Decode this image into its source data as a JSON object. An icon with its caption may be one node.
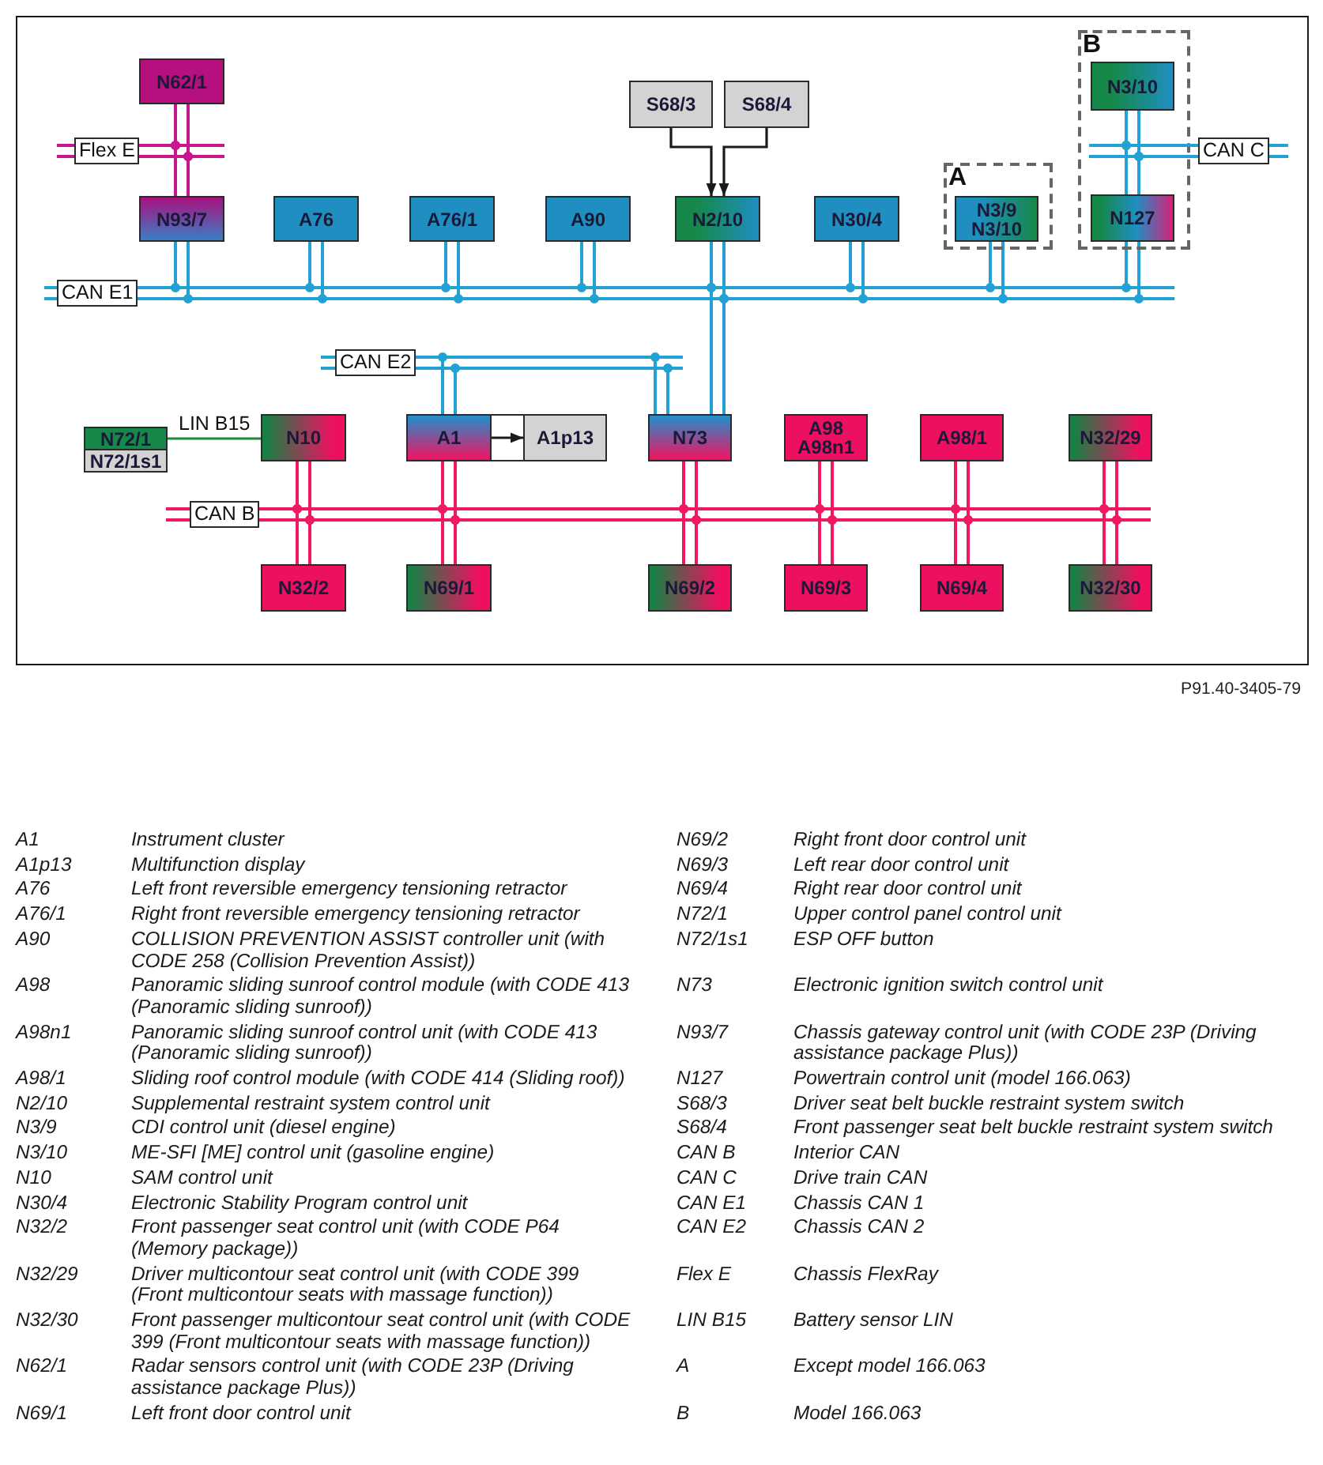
{
  "diagram": {
    "caption": "P91.40-3405-79",
    "nodes": [
      {
        "text": [
          "N62/1"
        ]
      },
      {
        "text": [
          "S68/3"
        ]
      },
      {
        "text": [
          "S68/4"
        ]
      },
      {
        "text": [
          "B"
        ]
      },
      {
        "text": [
          "N3/10"
        ],
        "in": 3
      },
      {
        "text": [
          "Flex E"
        ]
      },
      {
        "text": [
          "CAN C"
        ]
      },
      {
        "text": [
          "A"
        ]
      },
      {
        "text": [
          "N3/9 N3/10"
        ],
        "in": 7
      },
      {
        "text": [
          "N93/7"
        ]
      },
      {
        "text": [
          "A76"
        ]
      },
      {
        "text": [
          "A76/1"
        ]
      },
      {
        "text": [
          "A90"
        ]
      },
      {
        "text": [
          "N2/10"
        ]
      },
      {
        "text": [
          "N30/4"
        ]
      },
      {
        "text": [
          "N127"
        ],
        "in": 3
      },
      {
        "text": [
          "CAN E1"
        ]
      },
      {
        "text": [
          "CAN E2"
        ]
      },
      {
        "text": [
          "N72/1"
        ]
      },
      {
        "text": [
          "N72/1s1"
        ]
      },
      {
        "text": [
          "N10"
        ]
      },
      {
        "text": [],
        "shape": "box"
      },
      {
        "text": [
          "A1"
        ],
        "in": 21
      },
      {
        "text": [
          "A1p13"
        ],
        "in": 21
      },
      {
        "text": [
          "N73"
        ]
      },
      {
        "text": [
          "A98 A98n1"
        ]
      },
      {
        "text": [
          "A98/1"
        ]
      },
      {
        "text": [
          "N32/29"
        ]
      },
      {
        "text": [
          "CAN B"
        ]
      },
      {
        "text": [
          "N32/2"
        ]
      },
      {
        "text": [
          "N69/1"
        ]
      },
      {
        "text": [
          "N69/2"
        ]
      },
      {
        "text": [
          "N69/3"
        ]
      },
      {
        "text": [
          "N69/4"
        ]
      },
      {
        "text": [
          "N32/30"
        ]
      }
    ],
    "edges": [
      {
        "from": 0,
        "to": 5,
        "arrow": "none",
        "color": "#c8168c"
      },
      {
        "from": 9,
        "to": 5,
        "arrow": "none",
        "color": "#c8168c"
      },
      {
        "from": 1,
        "to": 13,
        "arrow": "to",
        "color": "#1a1a1a"
      },
      {
        "from": 2,
        "to": 13,
        "arrow": "to",
        "color": "#1a1a1a"
      },
      {
        "from": 4,
        "to": 6,
        "arrow": "none"
      },
      {
        "from": 15,
        "to": 6,
        "arrow": "none"
      },
      {
        "from": 9,
        "to": 16,
        "arrow": "none"
      },
      {
        "from": 10,
        "to": 16,
        "arrow": "none"
      },
      {
        "from": 11,
        "to": 16,
        "arrow": "none"
      },
      {
        "from": 12,
        "to": 16,
        "arrow": "none"
      },
      {
        "from": 13,
        "to": 16,
        "arrow": "none"
      },
      {
        "from": 14,
        "to": 16,
        "arrow": "none"
      },
      {
        "from": 8,
        "to": 16,
        "arrow": "none"
      },
      {
        "from": 15,
        "to": 16,
        "arrow": "none"
      },
      {
        "from": 24,
        "to": 16,
        "arrow": "none"
      },
      {
        "from": 22,
        "to": 17,
        "arrow": "none"
      },
      {
        "from": 24,
        "to": 17,
        "arrow": "none"
      },
      {
        "from": 18,
        "to": 20,
        "arrow": "none",
        "label": "LIN B15",
        "color": "#1a8a3a"
      },
      {
        "from": 22,
        "to": 23,
        "arrow": "to",
        "color": "#1a1a1a"
      },
      {
        "from": 20,
        "to": 28,
        "arrow": "none",
        "color": "#f0185e"
      },
      {
        "from": 22,
        "to": 28,
        "arrow": "none",
        "color": "#f0185e"
      },
      {
        "from": 24,
        "to": 28,
        "arrow": "none",
        "color": "#f0185e"
      },
      {
        "from": 25,
        "to": 28,
        "arrow": "none",
        "color": "#f0185e"
      },
      {
        "from": 26,
        "to": 28,
        "arrow": "none",
        "color": "#f0185e"
      },
      {
        "from": 27,
        "to": 28,
        "arrow": "none",
        "color": "#f0185e"
      },
      {
        "from": 29,
        "to": 28,
        "arrow": "none",
        "color": "#f0185e"
      },
      {
        "from": 30,
        "to": 28,
        "arrow": "none",
        "color": "#f0185e"
      },
      {
        "from": 31,
        "to": 28,
        "arrow": "none",
        "color": "#f0185e"
      },
      {
        "from": 32,
        "to": 28,
        "arrow": "none",
        "color": "#f0185e"
      },
      {
        "from": 33,
        "to": 28,
        "arrow": "none",
        "color": "#f0185e"
      },
      {
        "from": 34,
        "to": 28,
        "arrow": "none",
        "color": "#f0185e"
      }
    ],
    "labels": [
      "A1",
      "Instrument cluster",
      "N69/2",
      "Right front door control unit",
      "A1p13",
      "Multifunction display",
      "N69/3",
      "Left rear door control unit",
      "A76",
      "Left front reversible emergency tensioning retractor",
      "N69/4",
      "Right rear door control unit",
      "A76/1",
      "Right front reversible emergency tensioning retractor",
      "N72/1",
      "Upper control panel control unit",
      "A90",
      "COLLISION PREVENTION ASSIST controller unit (with CODE 258 (Collision Prevention Assist))",
      "N72/1s1",
      "ESP OFF button",
      "A98",
      "Panoramic sliding sunroof control module (with CODE 413 (Panoramic sliding sunroof))",
      "N73",
      "Electronic ignition switch control unit",
      "A98n1",
      "Panoramic sliding sunroof control unit (with CODE 413 (Panoramic sliding sunroof))",
      "N93/7",
      "Chassis gateway control unit (with CODE 23P (Driving assistance package Plus))",
      "A98/1",
      "Sliding roof control module (with CODE 414 (Sliding roof))",
      "N127",
      "Powertrain control unit (model 166.063)",
      "N2/10",
      "Supplemental restraint system control unit",
      "S68/3",
      "Driver seat belt buckle restraint system switch",
      "N3/9",
      "CDI control unit (diesel engine)",
      "S68/4",
      "Front passenger seat belt buckle restraint system switch",
      "N3/10",
      "ME-SFI [ME] control unit (gasoline engine)",
      "CAN B",
      "Interior CAN",
      "N10",
      "SAM control unit",
      "CAN C",
      "Drive train CAN",
      "N30/4",
      "Electronic Stability Program control unit",
      "CAN E1",
      "Chassis CAN 1",
      "N32/2",
      "Front passenger seat control unit (with CODE P64 (Memory package))",
      "CAN E2",
      "Chassis CAN 2",
      "N32/29",
      "Driver multicontour seat control unit (with CODE 399 (Front multicontour seats with massage function))",
      "Flex E",
      "Chassis FlexRay",
      "N32/30",
      "Front passenger multicontour seat control unit (with CODE 399 (Front multicontour seats with massage function))",
      "LIN B15",
      "Battery sensor LIN",
      "N62/1",
      "Radar sensors control unit (with CODE 23P (Driving assistance package Plus))",
      "A",
      "Except model 166.063",
      "N69/1",
      "Left front door control unit",
      "B",
      "Model 166.063"
    ]
  }
}
